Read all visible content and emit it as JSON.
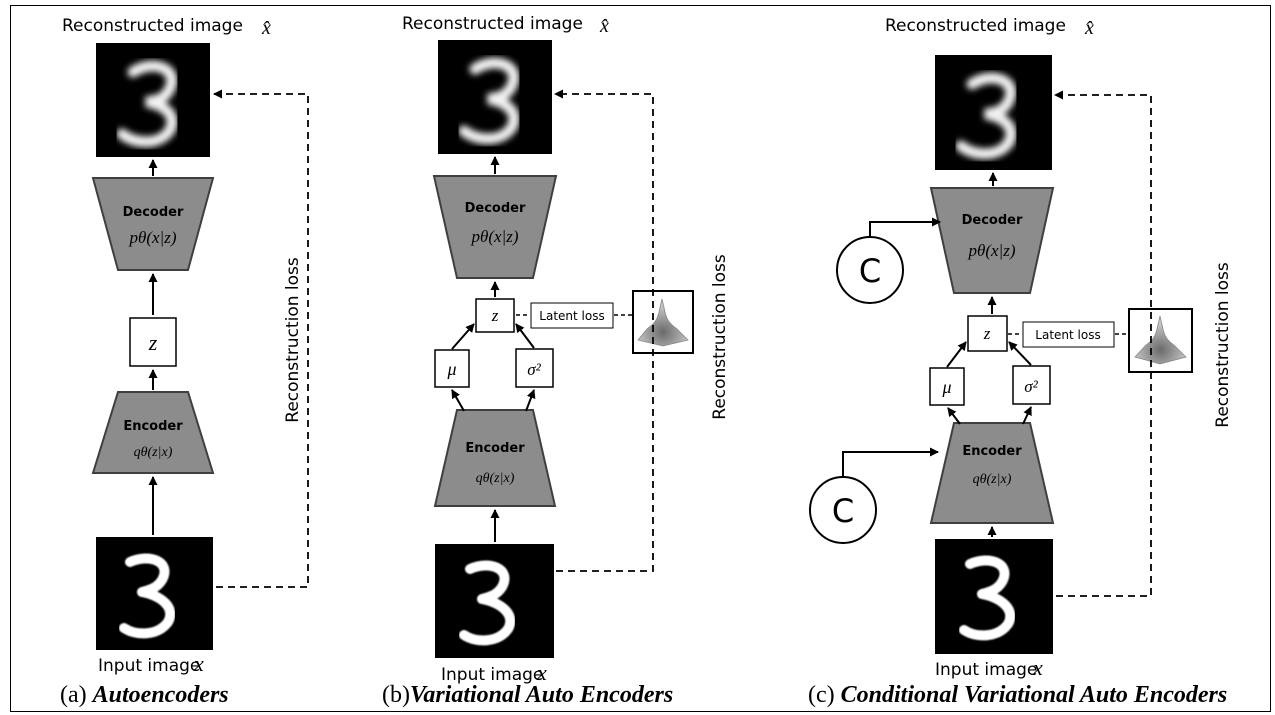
{
  "panels": [
    {
      "id": "a",
      "output_label": "Reconstructed image",
      "output_symbol": "x̂",
      "input_label": "Input image",
      "input_symbol": "x",
      "decoder_title": "Decoder",
      "decoder_formula": "pθ(x|z)",
      "encoder_title": "Encoder",
      "encoder_formula": "qθ(z|x)",
      "latent": "z",
      "loss_label": "Reconstruction loss",
      "caption_prefix": "(a) ",
      "caption_title": "Autoencoders"
    },
    {
      "id": "b",
      "output_label": "Reconstructed image",
      "output_symbol": "x̂",
      "input_label": "Input image",
      "input_symbol": "x",
      "decoder_title": "Decoder",
      "decoder_formula": "pθ(x|z)",
      "encoder_title": "Encoder",
      "encoder_formula": "qθ(z|x)",
      "latent": "z",
      "mu": "μ",
      "sigma": "σ²",
      "latent_loss_label": "Latent loss",
      "loss_label": "Reconstruction loss",
      "caption_prefix": "(b)",
      "caption_title": "Variational Auto Encoders"
    },
    {
      "id": "c",
      "output_label": "Reconstructed image",
      "output_symbol": "x̂",
      "input_label": "Input image",
      "input_symbol": "x",
      "decoder_title": "Decoder",
      "decoder_formula": "pθ(x|z)",
      "encoder_title": "Encoder",
      "encoder_formula": "qθ(z|x)",
      "latent": "z",
      "mu": "μ",
      "sigma": "σ²",
      "latent_loss_label": "Latent loss",
      "condition": "C",
      "loss_label": "Reconstruction loss",
      "caption_prefix": "(c) ",
      "caption_title": "Conditional Variational Auto Encoders"
    }
  ],
  "colors": {
    "block_fill": "#8c8c8c",
    "block_stroke": "#3f3f3f",
    "image_bg": "#000000",
    "digit": "#ffffff"
  }
}
